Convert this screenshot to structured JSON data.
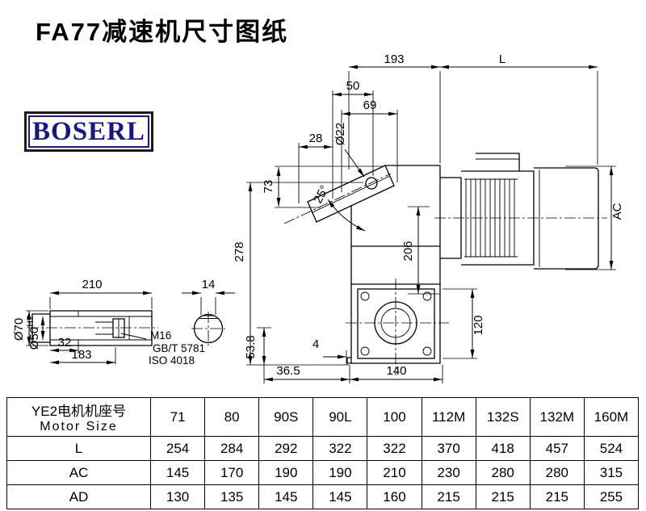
{
  "page": {
    "title": "FA77减速机尺寸图纸",
    "logo": "BOSERL"
  },
  "drawing": {
    "dims": {
      "w193": "193",
      "L": "L",
      "w50": "50",
      "w69": "69",
      "dia22": "Ø22",
      "w28": "28",
      "h73": "73",
      "ang25": "25°",
      "h278": "278",
      "h206": "206",
      "AC": "AC",
      "h120": "120",
      "w4": "4",
      "w36_5": "36.5",
      "w140": "140",
      "h53_8": "53.8",
      "w210": "210",
      "w14": "14",
      "dia70": "Ø70",
      "dia50": "Ø50",
      "h7": "H7",
      "w32": "32",
      "w183": "183",
      "m16": "M16",
      "gb": "GB/T 5781",
      "iso": "ISO 4018"
    }
  },
  "table": {
    "header_cn": "YE2电机机座号",
    "header_en": "Motor Size",
    "columns": [
      "71",
      "80",
      "90S",
      "90L",
      "100",
      "112M",
      "132S",
      "132M",
      "160M"
    ],
    "rows": [
      {
        "label": "L",
        "values": [
          "254",
          "284",
          "292",
          "322",
          "322",
          "370",
          "418",
          "457",
          "524"
        ]
      },
      {
        "label": "AC",
        "values": [
          "145",
          "170",
          "190",
          "190",
          "210",
          "230",
          "280",
          "280",
          "315"
        ]
      },
      {
        "label": "AD",
        "values": [
          "130",
          "135",
          "145",
          "145",
          "160",
          "215",
          "215",
          "215",
          "255"
        ]
      }
    ]
  }
}
